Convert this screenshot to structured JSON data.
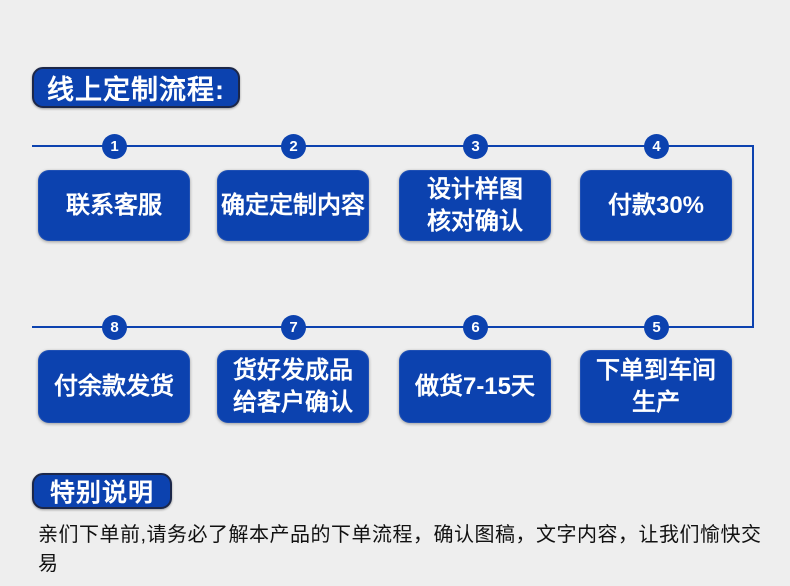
{
  "header": {
    "title": "线上定制流程:"
  },
  "flow": {
    "steps": [
      {
        "num": "1",
        "label": "联系客服"
      },
      {
        "num": "2",
        "label": "确定定制内容"
      },
      {
        "num": "3",
        "label": "设计样图\n核对确认"
      },
      {
        "num": "4",
        "label": "付款30%"
      },
      {
        "num": "5",
        "label": "下单到车间\n生产"
      },
      {
        "num": "6",
        "label": "做货7-15天"
      },
      {
        "num": "7",
        "label": "货好发成品\n给客户确认"
      },
      {
        "num": "8",
        "label": "付余款发货"
      }
    ]
  },
  "note": {
    "title": "特别说明",
    "text": "亲们下单前,请务必了解本产品的下单流程，确认图稿，文字内容，让我们愉快交易"
  },
  "colors": {
    "accent_blue": "#0c42af",
    "background": "#eeeeee",
    "text_light": "#ffffff",
    "text_dark": "#111111"
  }
}
